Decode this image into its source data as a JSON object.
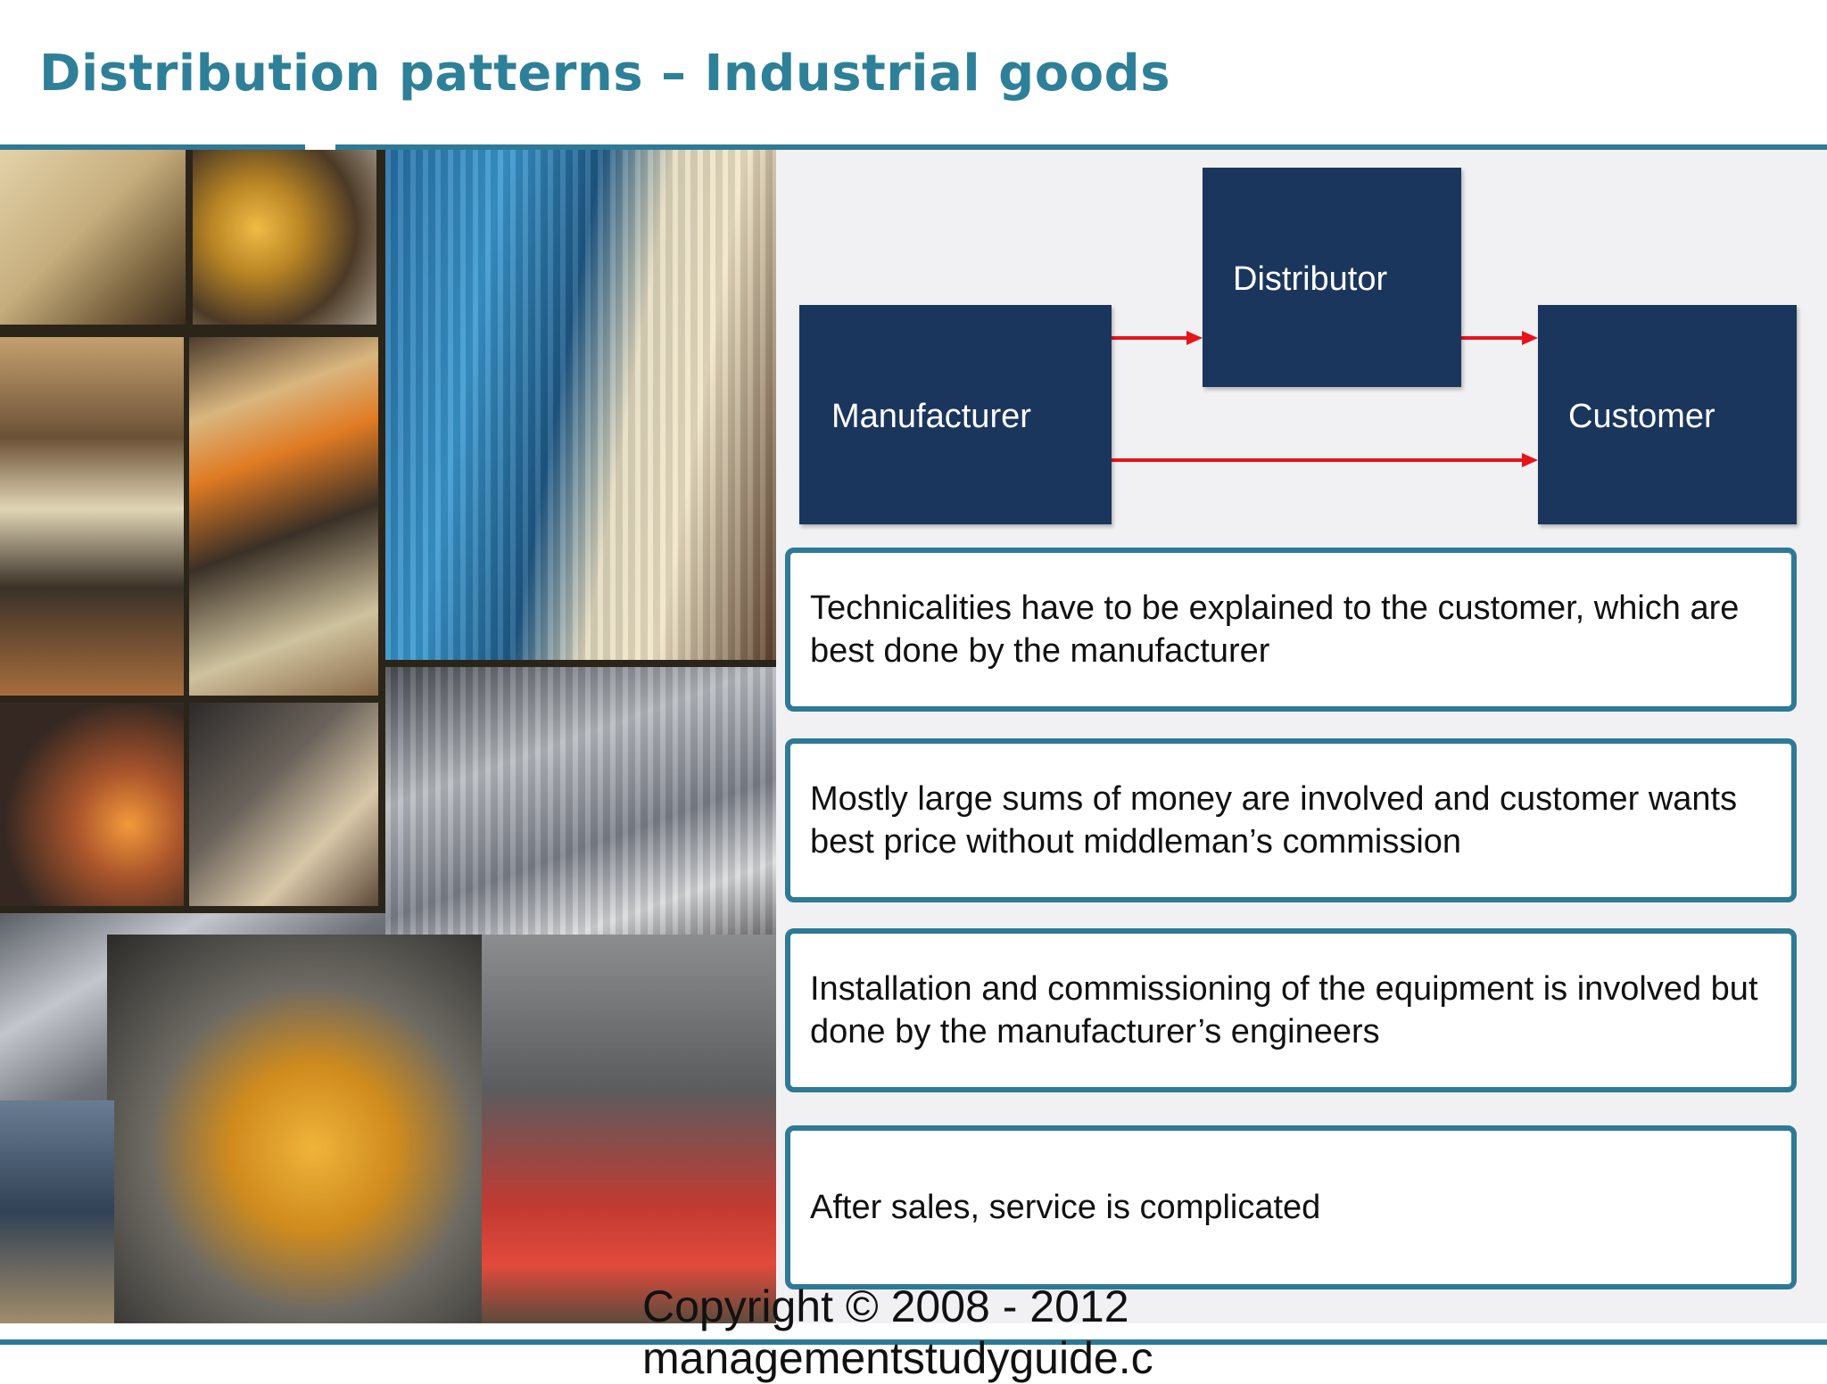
{
  "slide": {
    "title": "Distribution patterns – Industrial goods",
    "copyright": "Copyright © 2008 - 2012 managementstudyguide.c"
  },
  "diagram": {
    "nodes": {
      "manufacturer": "Manufacturer",
      "distributor": "Distributor",
      "customer": "Customer"
    },
    "colors": {
      "node_fill": "#1b365d",
      "arrow": "#e8141b",
      "accent": "#2e7a96",
      "title": "#2e8099"
    }
  },
  "points": [
    "Technicalities have to be explained to the customer, which are best done by the manufacturer",
    "Mostly large sums of money are involved and customer wants best price without middleman’s commission",
    "Installation and commissioning of the equipment is involved but done by the manufacturer’s engineers",
    "After sales, service is complicated"
  ]
}
